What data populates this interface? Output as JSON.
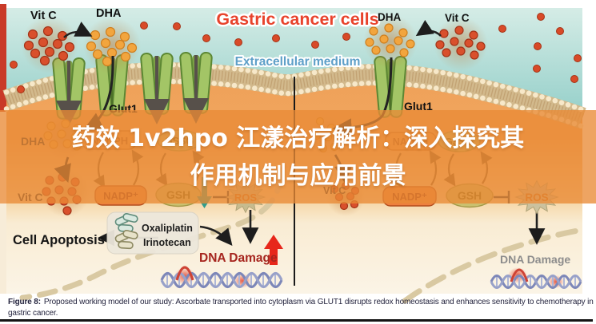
{
  "figure": {
    "title": "Gastric cancer cells",
    "extracellular": "Extracellular medium",
    "labels": {
      "vitc": "Vit C",
      "dha": "DHA",
      "glut1": "Glut1",
      "cell_apoptosis": "Cell Apoptosis",
      "dna_damage": "DNA Damage"
    },
    "molecules": {
      "nadph": "NADPH",
      "nadp": "NADP⁺",
      "gssg": "GSSG",
      "gsh": "GSH",
      "ros": "ROS"
    },
    "drugs": {
      "oxaliplatin": "Oxaliplatin",
      "irinotecan": "Irinotecan"
    }
  },
  "overlay": {
    "line1": "药效 1v2hpo 江漾治疗解析：深入探究其",
    "line2": "作用机制与应用前景"
  },
  "caption": {
    "label": "Figure 8:",
    "text": "Proposed working model of our study: Ascorbate transported into cytoplasm via GLUT1 disrupts redox homeostasis and enhances sensitivity to chemotherapy in",
    "text2": "gastric cancer."
  },
  "colors": {
    "overlay_orange": "#e88a36",
    "title_red": "#e8432c",
    "extracellular_blue": "#5e9fc8",
    "dna_damage_red": "#a6251e",
    "dna_damage_gray": "#8c8c8c",
    "membrane_tan": "#d2b98c",
    "transporter_green": "#a3c566",
    "vitc_dot_red": "#d9502c",
    "dha_dot_orange": "#f2a53e"
  }
}
